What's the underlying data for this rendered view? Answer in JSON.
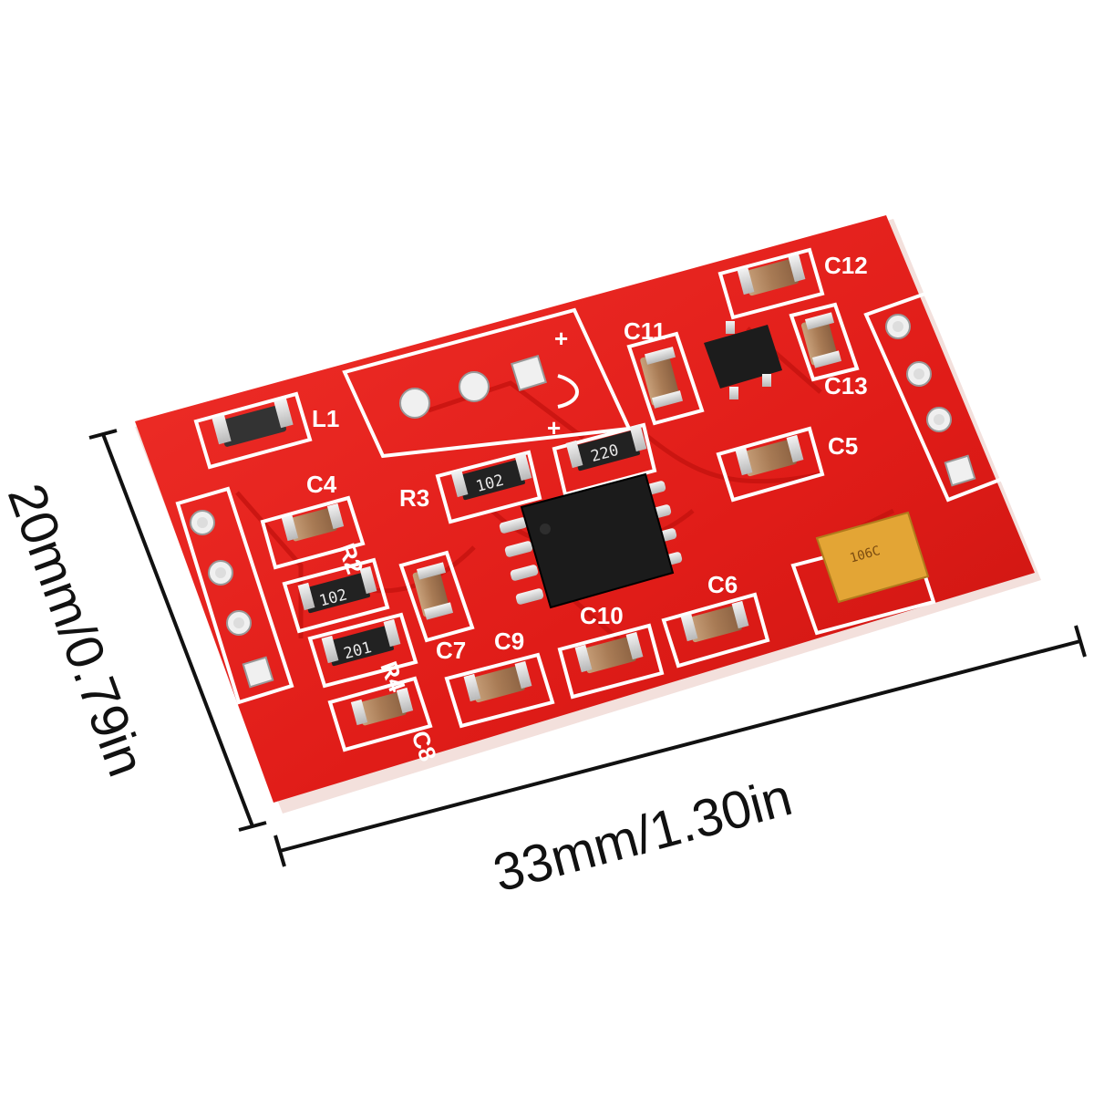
{
  "dimensions": {
    "height_label": "20mm/0.79in",
    "width_label": "33mm/1.30in"
  },
  "board": {
    "color": "#e3201b",
    "silkscreen_color": "#ffffff",
    "labels": {
      "l1": "L1",
      "c4": "C4",
      "r2": "R2",
      "r3": "R3",
      "r4": "R4",
      "c5": "C5",
      "c6": "C6",
      "c7": "C7",
      "c8": "C8",
      "c9": "C9",
      "c10": "C10",
      "c11": "C11",
      "c12": "C12",
      "c13": "C13",
      "plus_top": "+",
      "plus_bottom": "+"
    },
    "resistor_codes": {
      "r3": "102",
      "r2": "102",
      "r4": "201",
      "top": "220"
    },
    "tantalum_marking": "106C"
  }
}
